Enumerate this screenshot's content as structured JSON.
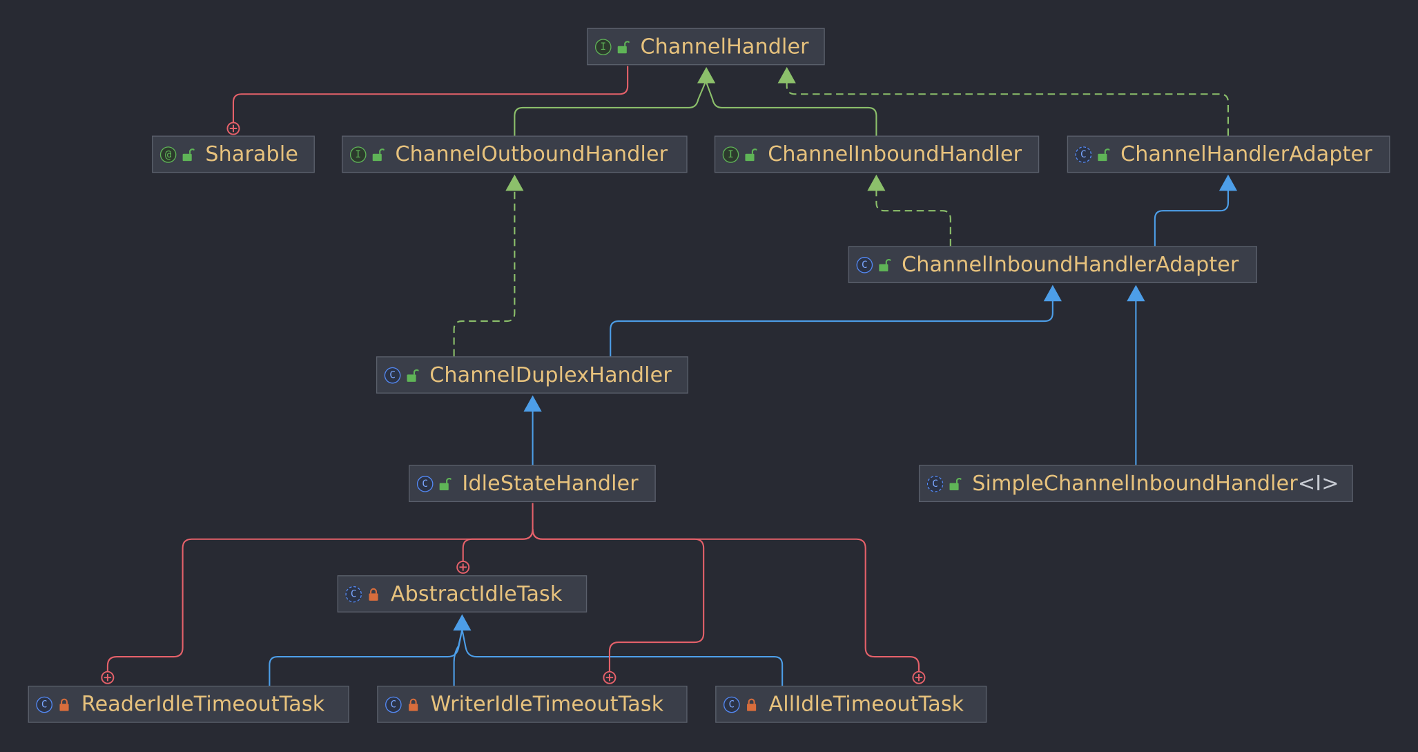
{
  "colors": {
    "background": "#282a33",
    "node_fill": "#3a3e49",
    "node_border": "#5b606c",
    "label": "#e7c27d",
    "interface_impl_edge": "#8cc06b",
    "extends_edge": "#4d9ee8",
    "inner_class_edge": "#e5616a",
    "public_lock": "#5fb457",
    "private_lock": "#d86d3c"
  },
  "nodes": {
    "channel_handler": {
      "name": "ChannelHandler",
      "kind": "interface",
      "kind_letter": "I",
      "visibility": "public"
    },
    "sharable": {
      "name": "Sharable",
      "kind": "annotation",
      "kind_letter": "@",
      "visibility": "public"
    },
    "channel_outbound_handler": {
      "name": "ChannelOutboundHandler",
      "kind": "interface",
      "kind_letter": "I",
      "visibility": "public"
    },
    "channel_inbound_handler": {
      "name": "ChannelInboundHandler",
      "kind": "interface",
      "kind_letter": "I",
      "visibility": "public"
    },
    "channel_handler_adapter": {
      "name": "ChannelHandlerAdapter",
      "kind": "abstract-class",
      "kind_letter": "C",
      "visibility": "public"
    },
    "channel_inbound_handler_adapter": {
      "name": "ChannelInboundHandlerAdapter",
      "kind": "class",
      "kind_letter": "C",
      "visibility": "public"
    },
    "channel_duplex_handler": {
      "name": "ChannelDuplexHandler",
      "kind": "class",
      "kind_letter": "C",
      "visibility": "public"
    },
    "simple_channel_inbound_handler": {
      "name": "SimpleChannelInboundHandler",
      "generic": "<I>",
      "kind": "abstract-class",
      "kind_letter": "C",
      "visibility": "public"
    },
    "idle_state_handler": {
      "name": "IdleStateHandler",
      "kind": "class",
      "kind_letter": "C",
      "visibility": "public"
    },
    "abstract_idle_task": {
      "name": "AbstractIdleTask",
      "kind": "abstract-class",
      "kind_letter": "C",
      "visibility": "private"
    },
    "reader_idle_timeout_task": {
      "name": "ReaderIdleTimeoutTask",
      "kind": "class",
      "kind_letter": "C",
      "visibility": "private"
    },
    "writer_idle_timeout_task": {
      "name": "WriterIdleTimeoutTask",
      "kind": "class",
      "kind_letter": "C",
      "visibility": "private"
    },
    "all_idle_timeout_task": {
      "name": "AllIdleTimeoutTask",
      "kind": "class",
      "kind_letter": "C",
      "visibility": "private"
    }
  },
  "edges": [
    {
      "from": "channel_outbound_handler",
      "to": "channel_handler",
      "type": "interface-extends"
    },
    {
      "from": "channel_inbound_handler",
      "to": "channel_handler",
      "type": "interface-extends"
    },
    {
      "from": "channel_handler_adapter",
      "to": "channel_handler",
      "type": "implements"
    },
    {
      "from": "sharable",
      "to": "channel_handler",
      "type": "inner-class"
    },
    {
      "from": "channel_inbound_handler_adapter",
      "to": "channel_inbound_handler",
      "type": "implements"
    },
    {
      "from": "channel_inbound_handler_adapter",
      "to": "channel_handler_adapter",
      "type": "extends"
    },
    {
      "from": "channel_duplex_handler",
      "to": "channel_outbound_handler",
      "type": "implements"
    },
    {
      "from": "channel_duplex_handler",
      "to": "channel_inbound_handler_adapter",
      "type": "extends"
    },
    {
      "from": "simple_channel_inbound_handler",
      "to": "channel_inbound_handler_adapter",
      "type": "extends"
    },
    {
      "from": "idle_state_handler",
      "to": "channel_duplex_handler",
      "type": "extends"
    },
    {
      "from": "abstract_idle_task",
      "to": "idle_state_handler",
      "type": "inner-class"
    },
    {
      "from": "reader_idle_timeout_task",
      "to": "idle_state_handler",
      "type": "inner-class"
    },
    {
      "from": "writer_idle_timeout_task",
      "to": "idle_state_handler",
      "type": "inner-class"
    },
    {
      "from": "all_idle_timeout_task",
      "to": "idle_state_handler",
      "type": "inner-class"
    },
    {
      "from": "reader_idle_timeout_task",
      "to": "abstract_idle_task",
      "type": "extends"
    },
    {
      "from": "writer_idle_timeout_task",
      "to": "abstract_idle_task",
      "type": "extends"
    },
    {
      "from": "all_idle_timeout_task",
      "to": "abstract_idle_task",
      "type": "extends"
    }
  ]
}
